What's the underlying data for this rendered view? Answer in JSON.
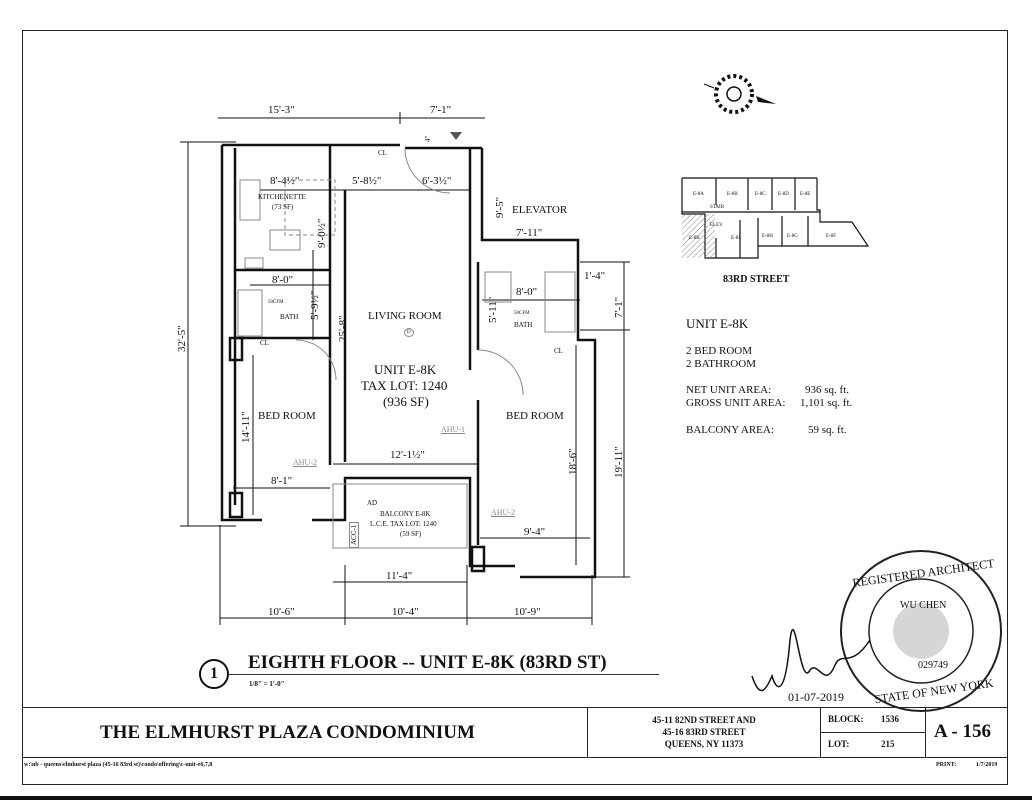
{
  "drawing": {
    "title": "EIGHTH FLOOR -- UNIT E-8K (83RD ST)",
    "number": "1",
    "scale": "1/8\" = 1'-0\""
  },
  "plan": {
    "rooms": {
      "kitchenette": "KITCHENETTE",
      "kitchenette_area": "(73 SF)",
      "living_room": "LIVING ROOM",
      "bath_left": "BATH",
      "bath_right": "BATH",
      "bed_left": "BED ROOM",
      "bed_right": "BED ROOM",
      "elevator": "ELEVATOR",
      "closet_top": "CL",
      "closet_left": "CL",
      "closet_right": "CL",
      "fan_left": "50CFM",
      "fan_right": "50CFM",
      "door_tag": "D"
    },
    "unit_label": {
      "line1": "UNIT E-8K",
      "line2": "TAX LOT: 1240",
      "line3": "(936 SF)"
    },
    "balcony": {
      "line1": "BALCONY E-8K",
      "line2": "L.C.E. TAX LOT: 1240",
      "line3": "(59 SF)",
      "ad": "AD",
      "acc": "ACC-1"
    },
    "equipment": {
      "ahu1": "AHU-1",
      "ahu2_left": "AHU-2",
      "ahu2_right": "AHU-2"
    },
    "dimensions": {
      "top_left": "15'-3\"",
      "top_right": "7'-1\"",
      "overall_left": "32'-5\"",
      "kitchen_w": "8'-4½\"",
      "kitchen_h": "9'-0½\"",
      "closet_w": "5'-8½\"",
      "entry_w": "6'-3½\"",
      "offset_4": "4\"",
      "bath_left_w": "8'-0\"",
      "bath_left_h": "5'-9½\"",
      "living_h": "25'-8\"",
      "elevator_h": "9'-5\"",
      "elevator_w": "7'-11\"",
      "bath_right_w": "8'-0\"",
      "bath_right_h": "5'-11\"",
      "jog": "1'-4\"",
      "right_upper": "7'-1\"",
      "right_overall": "19'-11\"",
      "bed_left_h": "14'-11\"",
      "bed_left_w": "8'-1\"",
      "living_w": "12'-1½\"",
      "bed_right_h": "18'-6\"",
      "bed_right_w": "9'-4\"",
      "balcony_w": "11'-4\"",
      "bottom_1": "10'-6\"",
      "bottom_2": "10'-4\"",
      "bottom_3": "10'-9\""
    }
  },
  "key_plan": {
    "units": [
      "E-8A",
      "E-8B",
      "E-8C",
      "E-8D",
      "E-8E",
      "STAIR",
      "ELEV.",
      "E-8K",
      "E-8J",
      "E-8H",
      "E-8G",
      "E-8F"
    ],
    "street": "83RD STREET"
  },
  "unit_info": {
    "title": "UNIT E-8K",
    "bedrooms": "2 BED ROOM",
    "bathrooms": "2 BATHROOM",
    "net_label": "NET UNIT AREA:",
    "net_value": "936 sq. ft.",
    "gross_label": "GROSS UNIT AREA:",
    "gross_value": "1,101 sq. ft.",
    "balcony_label": "BALCONY AREA:",
    "balcony_value": "59 sq. ft."
  },
  "seal": {
    "text_top": "REGISTERED ARCHITECT",
    "name": "WU CHEN",
    "license": "029749",
    "text_bottom": "STATE OF NEW YORK",
    "date": "01-07-2019"
  },
  "title_block": {
    "project": "THE ELMHURST PLAZA CONDOMINIUM",
    "address1": "45-11 82ND STREET AND",
    "address2": "45-16 83RD STREET",
    "address3": "QUEENS, NY 11373",
    "block_label": "BLOCK:",
    "block_value": "1536",
    "lot_label": "LOT:",
    "lot_value": "215",
    "sheet": "A - 156"
  },
  "footer": {
    "path": "w:\\nb - queens\\elmhurst plaza (45-16 83rd st)\\condo\\offering\\c-unit-e6,7,8",
    "print_label": "PRINT:",
    "print_date": "1/7/2019"
  }
}
